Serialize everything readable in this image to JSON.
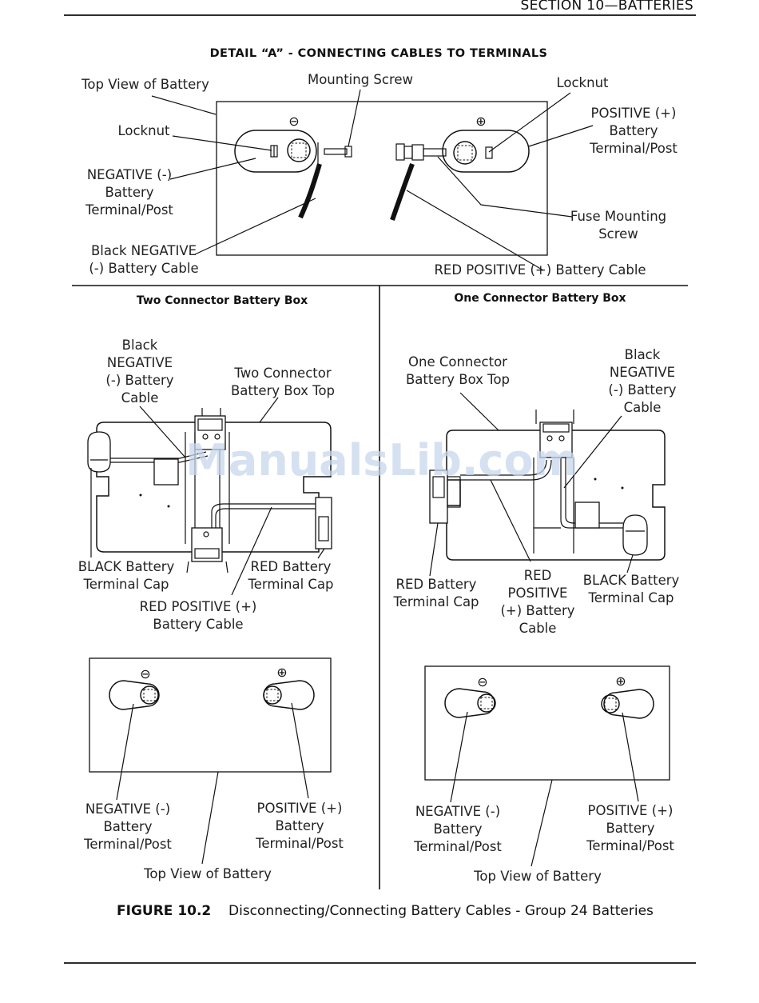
{
  "header": {
    "section": "SECTION 10—BATTERIES"
  },
  "detail_a": {
    "title": "DETAIL “A” - CONNECTING CABLES TO TERMINALS",
    "top_view": "Top View of Battery",
    "mounting_screw": "Mounting Screw",
    "locknut_left": "Locknut",
    "locknut_right": "Locknut",
    "positive_terminal": [
      "POSITIVE (+)",
      "Battery",
      "Terminal/Post"
    ],
    "negative_terminal": [
      "NEGATIVE (-)",
      "Battery",
      "Terminal/Post"
    ],
    "fuse_screw": [
      "Fuse Mounting",
      "Screw"
    ],
    "black_cable": [
      "Black NEGATIVE",
      "(-) Battery Cable"
    ],
    "red_cable": "RED POSITIVE (+) Battery Cable"
  },
  "two_connector": {
    "title": "Two Connector Battery Box",
    "black_cable": [
      "Black",
      "NEGATIVE",
      "(-) Battery",
      "Cable"
    ],
    "box_top": [
      "Two Connector",
      "Battery Box Top"
    ],
    "black_cap": [
      "BLACK Battery",
      "Terminal Cap"
    ],
    "red_cap": [
      "RED Battery",
      "Terminal Cap"
    ],
    "red_cable": [
      "RED POSITIVE (+)",
      "Battery Cable"
    ]
  },
  "one_connector": {
    "title": "One Connector Battery Box",
    "box_top": [
      "One Connector",
      "Battery Box Top"
    ],
    "black_cable": [
      "Black",
      "NEGATIVE",
      "(-) Battery",
      "Cable"
    ],
    "red_cap": [
      "RED Battery",
      "Terminal Cap"
    ],
    "red_cable": [
      "RED",
      "POSITIVE",
      "(+) Battery",
      "Cable"
    ],
    "black_cap": [
      "BLACK Battery",
      "Terminal Cap"
    ]
  },
  "bottom_left": {
    "negative": [
      "NEGATIVE (-)",
      "Battery",
      "Terminal/Post"
    ],
    "positive": [
      "POSITIVE (+)",
      "Battery",
      "Terminal/Post"
    ],
    "top_view": "Top View of Battery"
  },
  "bottom_right": {
    "negative": [
      "NEGATIVE (-)",
      "Battery",
      "Terminal/Post"
    ],
    "positive": [
      "POSITIVE (+)",
      "Battery",
      "Terminal/Post"
    ],
    "top_view": "Top View of Battery"
  },
  "symbols": {
    "minus": "⊖",
    "plus": "⊕"
  },
  "figure": {
    "number": "FIGURE 10.2",
    "caption": "Disconnecting/Connecting Battery Cables - Group 24 Batteries"
  },
  "watermark": "ManualsLib.com"
}
